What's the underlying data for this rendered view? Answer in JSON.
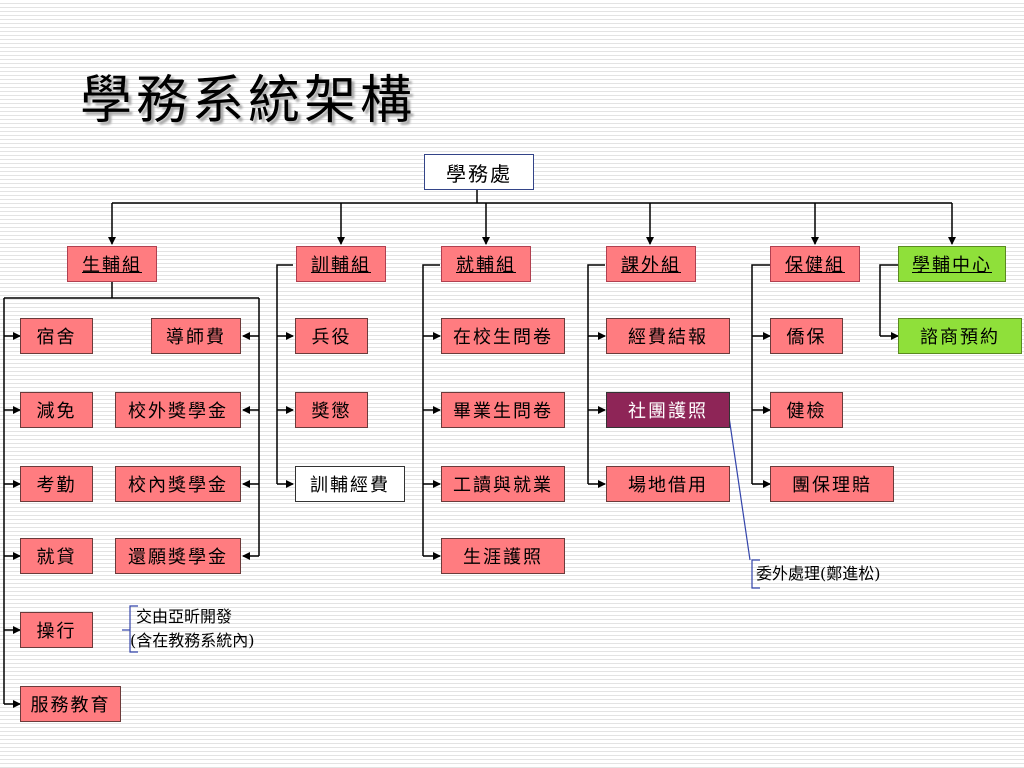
{
  "title": "學務系統架構",
  "root": "學務處",
  "groups": {
    "shengfu": "生輔組",
    "xunfu": "訓輔組",
    "jiufu": "就輔組",
    "kewai": "課外組",
    "baojian": "保健組",
    "xuefu": "學輔中心"
  },
  "shengfu_items": [
    "宿舍",
    "減免",
    "考勤",
    "就貸",
    "操行",
    "服務教育"
  ],
  "shengfu_sub_items": [
    "導師費",
    "校外獎學金",
    "校內獎學金",
    "還願獎學金"
  ],
  "xunfu_items": [
    "兵役",
    "獎懲",
    "訓輔經費"
  ],
  "jiufu_items": [
    "在校生問卷",
    "畢業生問卷",
    "工讀與就業",
    "生涯護照"
  ],
  "kewai_items": [
    "經費結報",
    "社團護照",
    "場地借用"
  ],
  "baojian_items": [
    "僑保",
    "健檢",
    "團保理賠"
  ],
  "xuefu_items": [
    "諮商預約"
  ],
  "notes": {
    "outsourced": "委外處理(鄭進松)",
    "yaxin_line1": "交由亞昕開發",
    "yaxin_line2": "(含在教務系統內)"
  },
  "colors": {
    "box_red": "#ff7c80",
    "box_purple": "#8e2557",
    "box_green": "#8fe03a",
    "note_line": "#3344aa"
  }
}
